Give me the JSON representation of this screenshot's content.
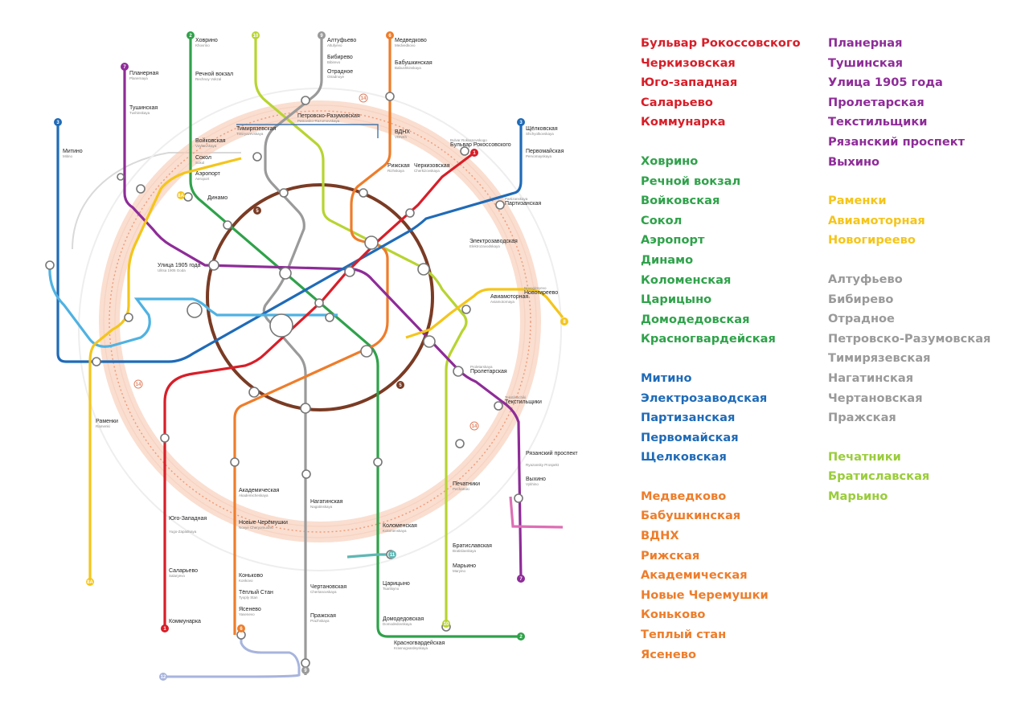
{
  "colors": {
    "red": "#d81e28",
    "green": "#2fa24a",
    "blue": "#1f6bb8",
    "orange": "#ee7d2b",
    "purple": "#8e2c98",
    "yellow": "#f4c51b",
    "gray": "#9a9a9a",
    "lightgreen": "#9acc3c",
    "brown": "#7a3b24",
    "cyan": "#4fb2e2",
    "teal": "#5fb7b4",
    "pink": "#dd6fb5",
    "lightblue": "#a7b4dd",
    "lime": "#b7d431"
  },
  "legend": {
    "columns": [
      {
        "groups": [
          {
            "color": "red",
            "items": [
              "Бульвар Рокоссовского",
              "Черкизовская",
              "Юго-западная",
              "Саларьево",
              "Коммунарка"
            ]
          },
          {
            "color": "green",
            "items": [
              "Ховрино",
              "Речной вокзал",
              "Войковская",
              "Сокол",
              "Аэропорт",
              "Динамо",
              "Коломенская",
              "Царицыно",
              "Домодедовская",
              "Красногвардейская"
            ]
          },
          {
            "color": "blue",
            "items": [
              "Митино",
              "Электрозаводская",
              "Партизанская",
              "Первомайская",
              "Щелковская"
            ]
          },
          {
            "color": "orange",
            "items": [
              "Медведково",
              "Бабушкинская",
              "ВДНХ",
              "Рижская",
              "Академическая",
              "Новые Черемушки",
              "Коньково",
              "Теплый стан",
              "Ясенево"
            ]
          }
        ]
      },
      {
        "groups": [
          {
            "color": "purple",
            "items": [
              "Планерная",
              "Тушинская",
              "Улица 1905 года",
              "Пролетарская",
              "Текстильщики",
              "Рязанский проспект",
              "Выхино"
            ]
          },
          {
            "color": "yellow",
            "items": [
              "Раменки",
              "Авиамоторная",
              "Новогиреево"
            ]
          },
          {
            "color": "gray",
            "items": [
              "Алтуфьево",
              "Бибирево",
              "Отрадное",
              "Петровско-Разумовская",
              "Тимирязевская",
              "Нагатинская",
              "Чертановская",
              "Пражская"
            ]
          },
          {
            "color": "lightgreen",
            "items": [
              "Печатники",
              "Братиславская",
              "Марьино"
            ]
          }
        ]
      }
    ]
  },
  "map": {
    "line_numbers": [
      "2",
      "10",
      "9",
      "6",
      "7",
      "3",
      "5",
      "8A",
      "14",
      "1",
      "11",
      "12",
      "8"
    ],
    "stations": [
      {
        "name": "Ховрино",
        "sub": "Khovrino"
      },
      {
        "name": "Речной вокзал",
        "sub": "Rechnoy Vokzal"
      },
      {
        "name": "Войковская",
        "sub": "Voykovskaya"
      },
      {
        "name": "Сокол",
        "sub": "Sokol"
      },
      {
        "name": "Аэропорт",
        "sub": "Aeroport"
      },
      {
        "name": "Динамо",
        "sub": "Dinamo"
      },
      {
        "name": "Тимирязевская",
        "sub": "Timiryazevskaya"
      },
      {
        "name": "Планерная",
        "sub": "Planernaya"
      },
      {
        "name": "Тушинская",
        "sub": "Tushinskaya"
      },
      {
        "name": "Митино",
        "sub": "Mitino"
      },
      {
        "name": "Алтуфьево",
        "sub": "Altufyevo"
      },
      {
        "name": "Бибирево",
        "sub": "Bibirevo"
      },
      {
        "name": "Отрадное",
        "sub": "Otradnoye"
      },
      {
        "name": "Петровско-Разумовская",
        "sub": "Petrovsko-Razumovskaya"
      },
      {
        "name": "Медведково",
        "sub": "Medvedkovo"
      },
      {
        "name": "Бабушкинская",
        "sub": "Babushkinskaya"
      },
      {
        "name": "ВДНХ",
        "sub": "VDNKh"
      },
      {
        "name": "Рижская",
        "sub": "Rizhskaya"
      },
      {
        "name": "Черкизовская",
        "sub": "Cherkizovskaya"
      },
      {
        "name": "Бульвар Рокоссовского",
        "sub": "Bulvar Rokossovskogo"
      },
      {
        "name": "Щёлковская",
        "sub": "Shchyolkovskaya"
      },
      {
        "name": "Первомайская",
        "sub": "Pervomayskaya"
      },
      {
        "name": "Партизанская",
        "sub": "Partizanskaya"
      },
      {
        "name": "Электрозаводская",
        "sub": "Elektrozavodskaya"
      },
      {
        "name": "Авиамоторная",
        "sub": "Aviamotornaya"
      },
      {
        "name": "Новогиреево",
        "sub": "Novogireyevo"
      },
      {
        "name": "Улица 1905 года",
        "sub": "Ulitsa 1905 Goda"
      },
      {
        "name": "Пролетарская",
        "sub": "Proletarskaya"
      },
      {
        "name": "Текстильщики",
        "sub": "Tekstilshchiki"
      },
      {
        "name": "Рязанский проспект",
        "sub": "Ryazansky Prospekt"
      },
      {
        "name": "Выхино",
        "sub": "Vykhino"
      },
      {
        "name": "Раменки",
        "sub": "Ramenki"
      },
      {
        "name": "Печатники",
        "sub": "Pechatniki"
      },
      {
        "name": "Братиславская",
        "sub": "Bratislavskaya"
      },
      {
        "name": "Марьино",
        "sub": "Maryino"
      },
      {
        "name": "Академическая",
        "sub": "Akademicheskaya"
      },
      {
        "name": "Новые Черёмушки",
        "sub": "Novye Cheryomushki"
      },
      {
        "name": "Коньково",
        "sub": "Konkovo"
      },
      {
        "name": "Тёплый Стан",
        "sub": "Tyoply Stan"
      },
      {
        "name": "Ясенево",
        "sub": "Yasenevo"
      },
      {
        "name": "Нагатинская",
        "sub": "Nagatinskaya"
      },
      {
        "name": "Чертановская",
        "sub": "Chertanovskaya"
      },
      {
        "name": "Пражская",
        "sub": "Prazhskaya"
      },
      {
        "name": "Коломенская",
        "sub": "Kolomenskaya"
      },
      {
        "name": "Царицыно",
        "sub": "Tsaritsyno"
      },
      {
        "name": "Домодедовская",
        "sub": "Domodedovskaya"
      },
      {
        "name": "Красногвардейская",
        "sub": "Krasnogvardeyskaya"
      },
      {
        "name": "Юго-Западная",
        "sub": "Yugo-Zapadnaya"
      },
      {
        "name": "Саларьево",
        "sub": "Salaryevo"
      },
      {
        "name": "Коммунарка",
        "sub": "Kommunarka"
      }
    ]
  }
}
